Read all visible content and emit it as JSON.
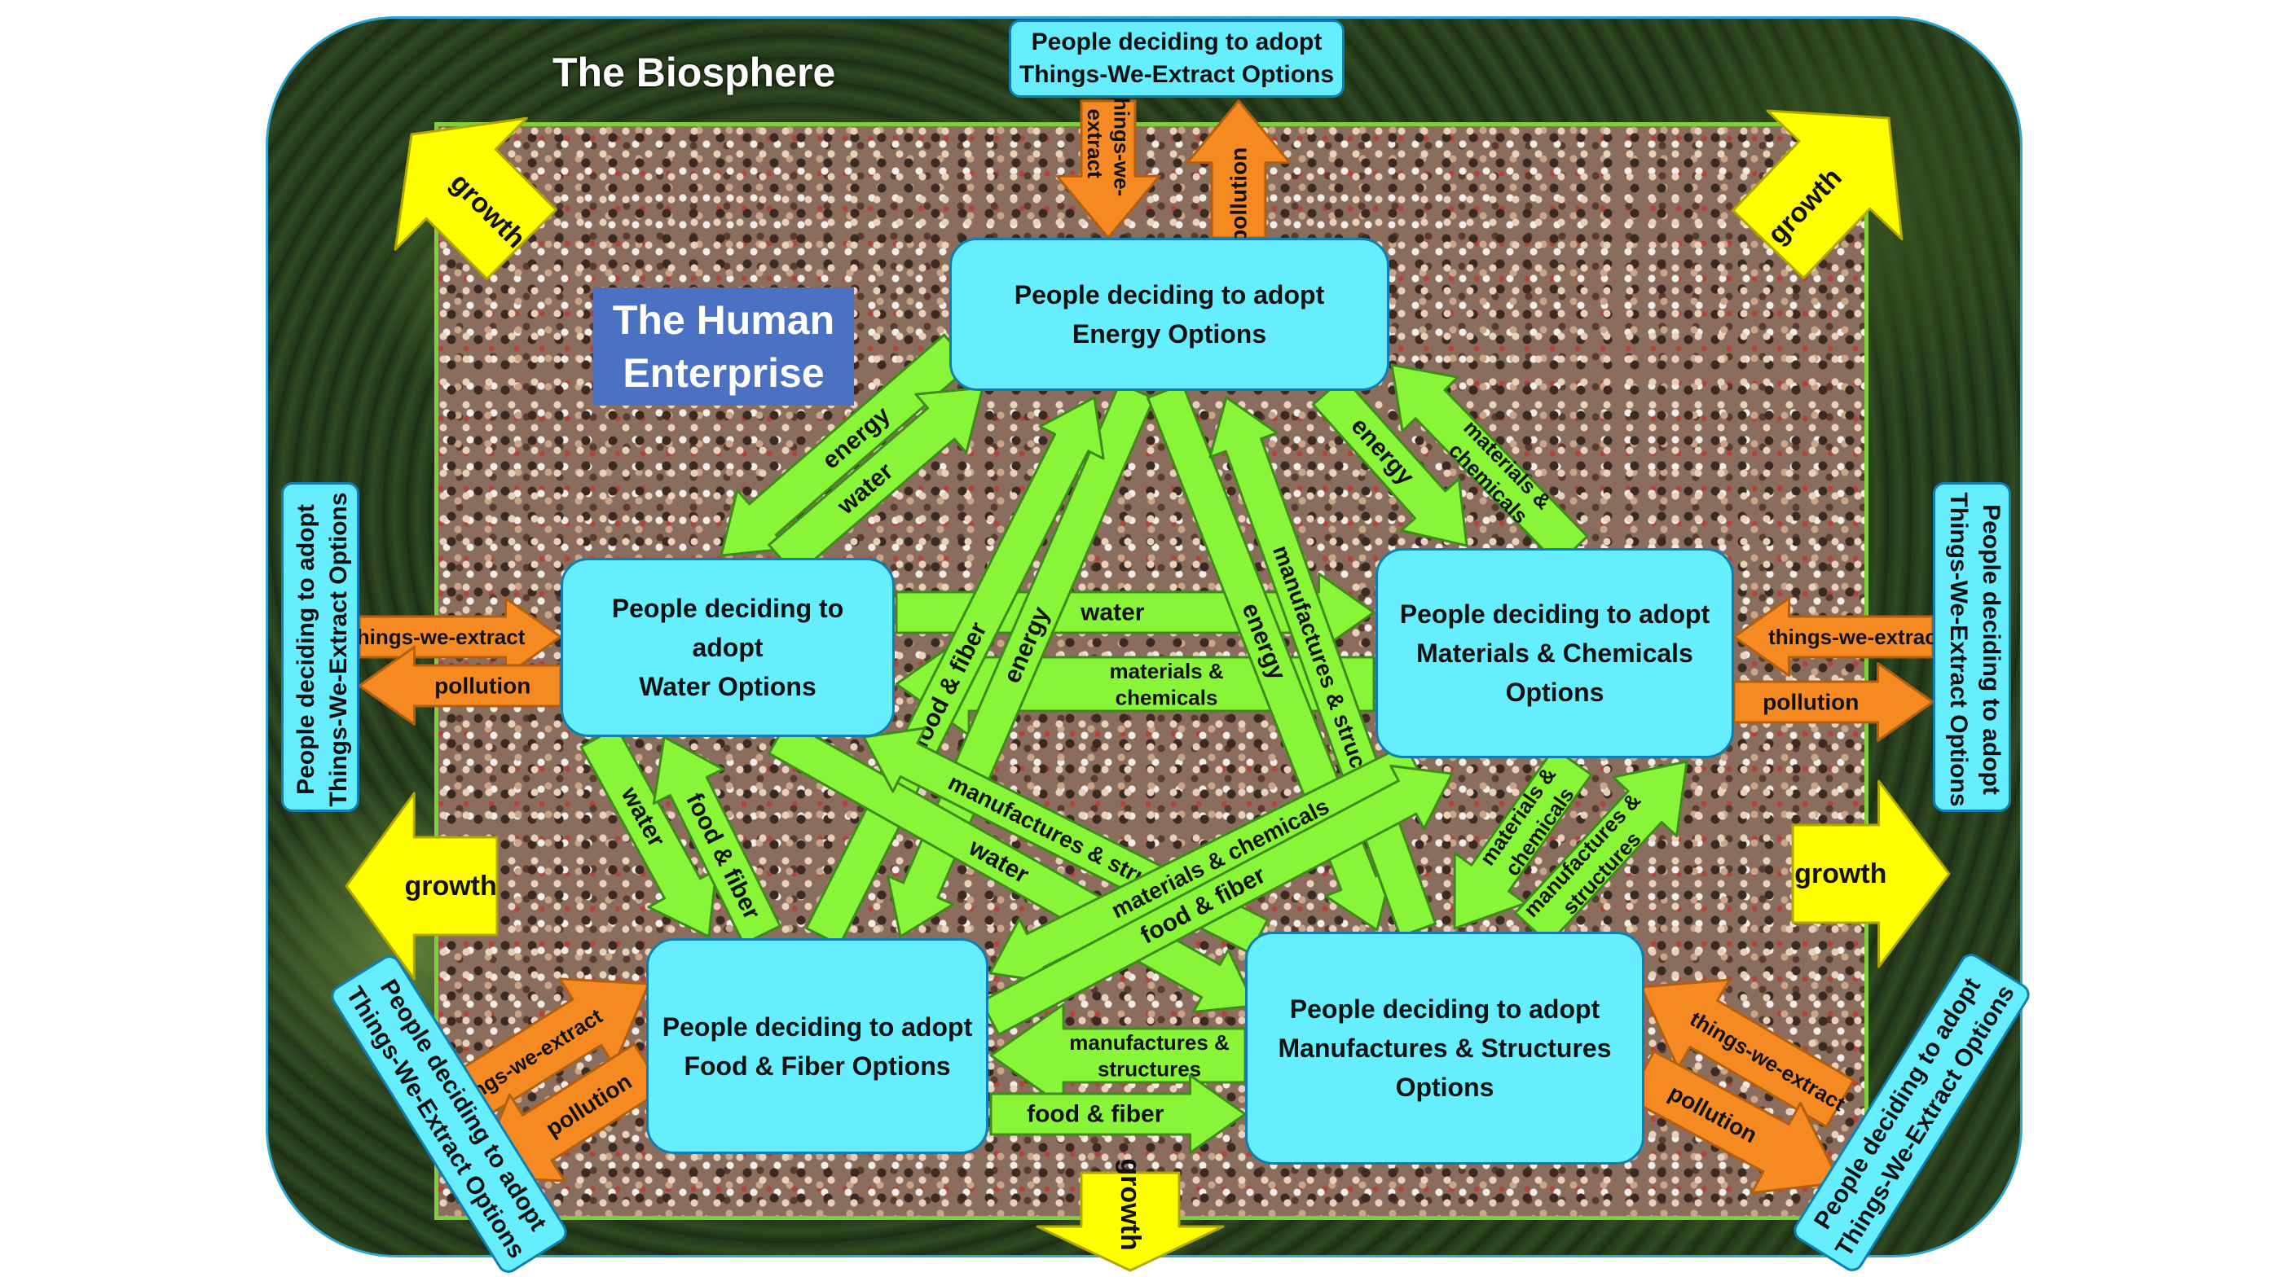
{
  "biosphere_title": "The Biosphere",
  "enterprise_title": {
    "line1": "The Human",
    "line2": "Enterprise"
  },
  "nodes": {
    "energy": {
      "line1": "People deciding to adopt",
      "line2": "Energy Options"
    },
    "water": {
      "line1": "People deciding to",
      "line2": "adopt",
      "line3": "Water Options"
    },
    "materials": {
      "line1": "People deciding to adopt",
      "line2": "Materials & Chemicals",
      "line3": "Options"
    },
    "food": {
      "line1": "People deciding to adopt",
      "line2": "Food & Fiber Options"
    },
    "manufactures": {
      "line1": "People deciding to adopt",
      "line2": "Manufactures & Structures",
      "line3": "Options"
    }
  },
  "extract_tag": {
    "line1": "People deciding to adopt",
    "line2": "Things-We-Extract Options"
  },
  "labels": {
    "energy": "energy",
    "water": "water",
    "food_fiber": "food & fiber",
    "materials_chemicals": "materials & chemicals",
    "materials_line1": "materials &",
    "materials_line2": "chemicals",
    "manufactures_structures": "manufactures & structures",
    "manufactures_line1": "manufactures &",
    "manufactures_line2": "structures",
    "things_we_extract": "things-we-extract",
    "things_we_line1": "things-we-",
    "things_we_line2": "extract",
    "pollution": "pollution",
    "growth": "growth"
  },
  "colors": {
    "flow_arrow": "#88f539",
    "flow_arrow_border": "#3f8a1c",
    "extract_arrow": "#f58a23",
    "growth_arrow": "#ffff00",
    "node_fill": "#66eeff",
    "node_border": "#0f7fb3",
    "biosphere_border": "#2ea7d6",
    "enterprise_border": "#7fcf3a",
    "enterprise_title_fill": "#4b72c2"
  }
}
